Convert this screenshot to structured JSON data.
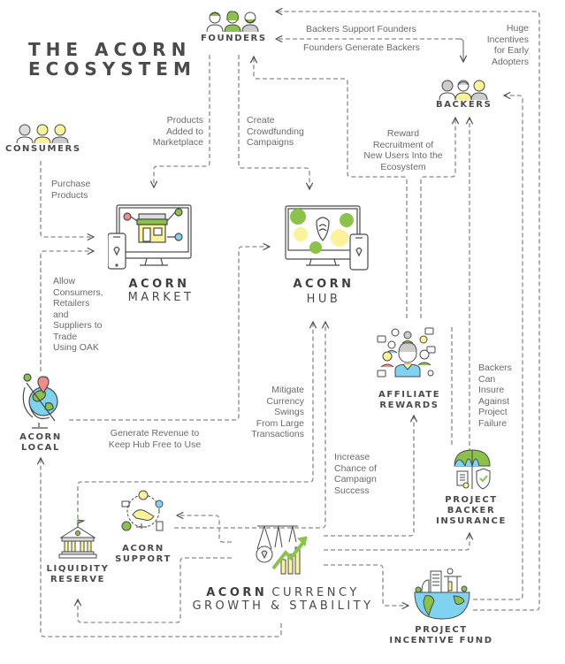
{
  "title": {
    "line1": "THE ACORN",
    "line2": "ECOSYSTEM"
  },
  "colors": {
    "green": "#8bc34a",
    "yellow": "#fbf29a",
    "blue": "#7fd3f0",
    "red": "#f28b8b",
    "line": "#8a8a8a",
    "text": "#4a4a4a"
  },
  "nodes": {
    "founders": {
      "label": "FOUNDERS",
      "icon": "founders-group-icon"
    },
    "backers": {
      "label": "BACKERS",
      "icon": "backers-group-icon"
    },
    "consumers": {
      "label": "CONSUMERS",
      "icon": "consumers-group-icon"
    },
    "market": {
      "label_bold": "ACORN",
      "label_thin": "MARKET",
      "icon": "marketplace-monitor-icon"
    },
    "hub": {
      "label_bold": "ACORN",
      "label_thin": "HUB",
      "icon": "hub-monitor-icon"
    },
    "affiliate": {
      "label_line1": "AFFILIATE",
      "label_line2": "REWARDS",
      "icon": "affiliate-people-icon"
    },
    "local": {
      "label_line1": "ACORN",
      "label_line2": "LOCAL",
      "icon": "globe-pin-icon"
    },
    "insurance": {
      "label_line1": "PROJECT",
      "label_line2": "BACKER",
      "label_line3": "INSURANCE",
      "icon": "umbrella-shield-icon"
    },
    "liquidity": {
      "label_line1": "LIQUIDITY",
      "label_line2": "RESERVE",
      "icon": "bank-building-icon"
    },
    "support": {
      "label_line1": "ACORN",
      "label_line2": "SUPPORT",
      "icon": "handshake-icon"
    },
    "currency": {
      "label_bold": "ACORN",
      "label_thin1": "CURRENCY",
      "label_thin2": "GROWTH & STABILITY",
      "icon": "scale-growth-icon"
    },
    "fund": {
      "label_line1": "PROJECT",
      "label_line2": "INCENTIVE FUND",
      "icon": "city-globe-icon"
    }
  },
  "edges": {
    "backers_support_founders": "Backers Support Founders",
    "founders_generate_backers": "Founders Generate Backers",
    "huge_incentives": [
      "Huge",
      "Incentives",
      "for Early",
      "Adopters"
    ],
    "products_added": [
      "Products",
      "Added to",
      "Marketplace"
    ],
    "create_campaigns": [
      "Create",
      "Crowdfunding",
      "Campaigns"
    ],
    "reward_recruitment": [
      "Reward",
      "Recruitment of",
      "New Users Into the",
      "Ecosystem"
    ],
    "purchase_products": [
      "Purchase",
      "Products"
    ],
    "allow_trade": [
      "Allow",
      "Consumers,",
      "Retailers",
      "and",
      "Suppliers to",
      "Trade",
      "Using OAK"
    ],
    "mitigate_swings": [
      "Mitigate",
      "Currency",
      "Swings",
      "From Large",
      "Transactions"
    ],
    "generate_revenue": [
      "Generate Revenue to",
      "Keep Hub Free to Use"
    ],
    "insure_failure": [
      "Backers",
      "Can",
      "Insure",
      "Against",
      "Project",
      "Failure"
    ],
    "increase_chance": [
      "Increase",
      "Chance of",
      "Campaign",
      "Success"
    ]
  }
}
